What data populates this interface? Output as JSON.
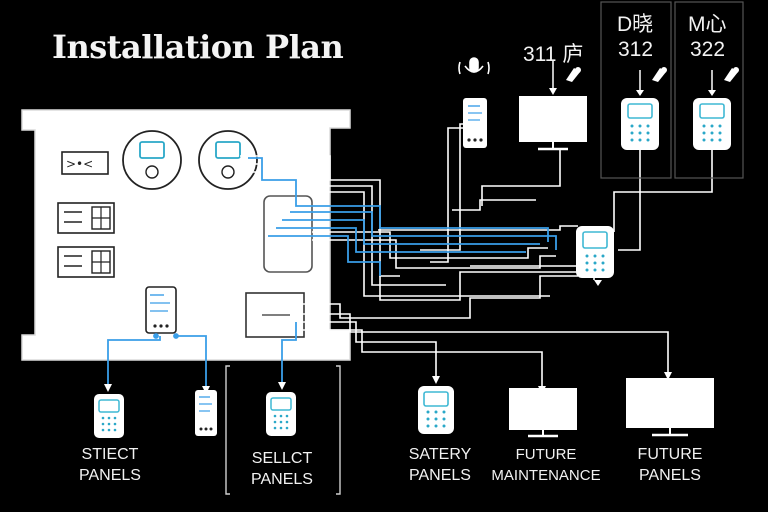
{
  "title": "Installation Plan",
  "codes": {
    "c311": "311 庐",
    "d312_top": "D晓",
    "d312_bottom": "312",
    "m322_top": "M心",
    "m322_bottom": "322"
  },
  "captions": {
    "stiect_1": "STIECT",
    "stiect_2": "PANELS",
    "sellct_1": "SELLCT",
    "sellct_2": "PANELS",
    "satery_1": "SATERY",
    "satery_2": "PANELS",
    "future_m_1": "FUTURE",
    "future_m_2": "MAINTENANCE",
    "future_p_1": "FUTURE",
    "future_p_2": "PANELS"
  },
  "colors": {
    "background": "#000000",
    "panel": "#ffffff",
    "wire": "#ffffff",
    "accent_wire": "#3a9ee8",
    "screen": "#5fd6e8"
  }
}
